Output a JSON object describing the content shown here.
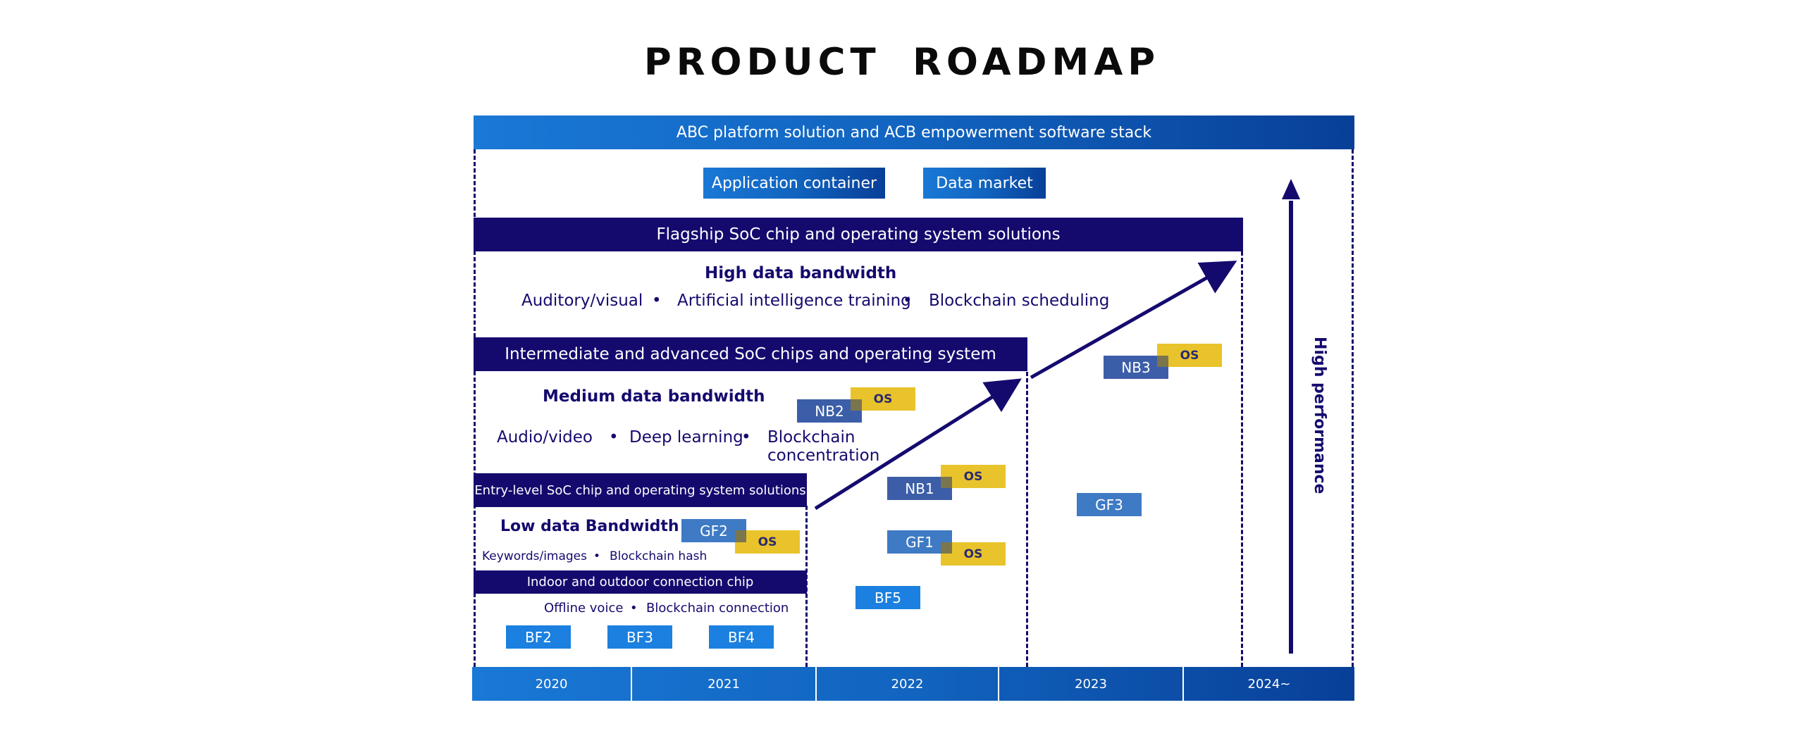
{
  "title": "PRODUCT  ROADMAP",
  "top_banner": "ABC platform solution and ACB empowerment software stack",
  "top_boxes": [
    "Application container",
    "Data market"
  ],
  "tiers": {
    "flagship": {
      "header": "Flagship SoC chip and operating system solutions",
      "bandwidth": "High data bandwidth",
      "features": [
        "Auditory/visual",
        "Artificial intelligence training",
        "Blockchain scheduling"
      ]
    },
    "intermediate": {
      "header": "Intermediate and advanced SoC chips and operating system",
      "bandwidth": "Medium data bandwidth",
      "features": [
        "Audio/video",
        "Deep learning",
        "Blockchain concentration"
      ]
    },
    "entry": {
      "header": "Entry-level SoC chip and operating system solutions",
      "bandwidth": "Low data Bandwidth",
      "features": [
        "Keywords/images",
        "Blockchain hash"
      ]
    },
    "connection": {
      "header": "Indoor and outdoor connection chip",
      "features": [
        "Offline voice",
        "Blockchain connection"
      ]
    }
  },
  "bullet": "•",
  "chips": {
    "bf2": "BF2",
    "bf3": "BF3",
    "bf4": "BF4",
    "bf5": "BF5",
    "gf1": "GF1",
    "gf2": "GF2",
    "gf3": "GF3",
    "nb1": "NB1",
    "nb2": "NB2",
    "nb3": "NB3",
    "os": "OS"
  },
  "high_performance": "High performance",
  "years": [
    "2020",
    "2021",
    "2022",
    "2023",
    "2024~"
  ],
  "colors": {
    "navy": "#140a6e",
    "blue_gradient_start": "#1a78d6",
    "blue_gradient_end": "#083f98",
    "os_yellow": "#e8c020",
    "chip_blue": "#1b80df"
  }
}
